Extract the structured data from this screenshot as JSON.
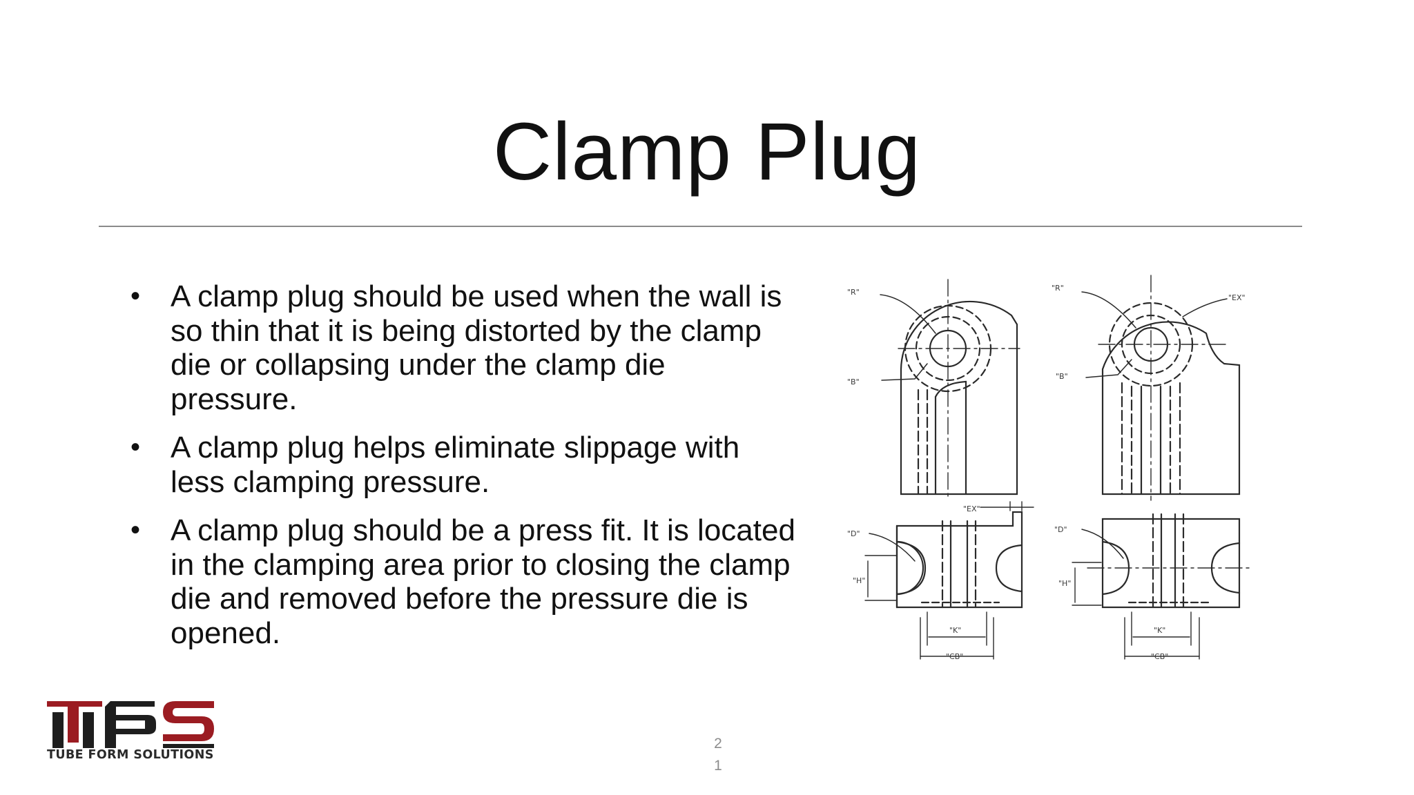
{
  "slide": {
    "title": "Clamp Plug",
    "bullets": [
      {
        "text": "A clamp plug should be used when the wall is so thin that it is being distorted by the clamp die or collapsing under the clamp die pressure."
      },
      {
        "text": "A clamp plug helps eliminate slippage with less clamping pressure."
      },
      {
        "text": "A clamp plug should be a press fit. It is located in the clamping area prior to closing the clamp die and removed before the pressure die is opened."
      }
    ],
    "bullet_glyph": "•",
    "page_number_lines": [
      "2",
      "1"
    ]
  },
  "drawing": {
    "labels": {
      "r_left": "\"R\"",
      "b_left": "\"B\"",
      "r_right": "\"R\"",
      "ex_right": "\"EX\"",
      "b_right": "\"B\"",
      "ex_mid": "\"EX\"",
      "d_left": "\"D\"",
      "h_left": "\"H\"",
      "k_left": "\"K\"",
      "cb_left": "\"CB\"",
      "d_right": "\"D\"",
      "h_right": "\"H\"",
      "k_right": "\"K\"",
      "cb_right": "\"CB\""
    }
  },
  "logo": {
    "caption": "TUBE FORM SOLUTIONS",
    "colors": {
      "dark": "#1e1e1e",
      "red": "#9b1c22"
    }
  }
}
